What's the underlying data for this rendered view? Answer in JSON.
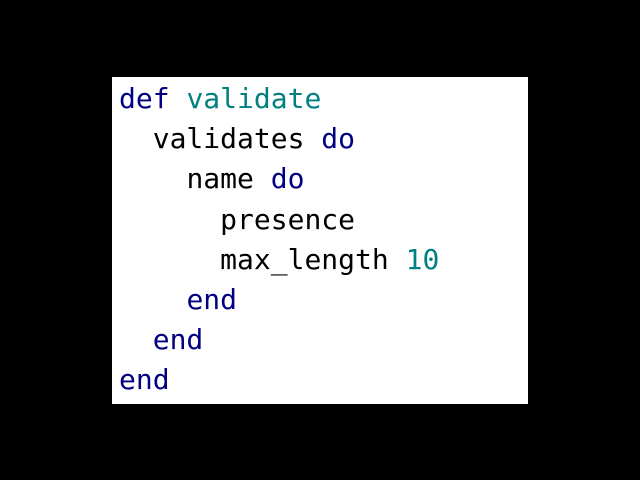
{
  "code": {
    "lines": [
      {
        "indent": "",
        "tokens": [
          {
            "text": "def",
            "kind": "keyword"
          },
          {
            "text": " "
          },
          {
            "text": "validate",
            "kind": "function"
          }
        ]
      },
      {
        "indent": "  ",
        "tokens": [
          {
            "text": "validates",
            "kind": "identifier"
          },
          {
            "text": " "
          },
          {
            "text": "do",
            "kind": "keyword"
          }
        ]
      },
      {
        "indent": "    ",
        "tokens": [
          {
            "text": "name",
            "kind": "identifier"
          },
          {
            "text": " "
          },
          {
            "text": "do",
            "kind": "keyword"
          }
        ]
      },
      {
        "indent": "      ",
        "tokens": [
          {
            "text": "presence",
            "kind": "identifier"
          }
        ]
      },
      {
        "indent": "      ",
        "tokens": [
          {
            "text": "max_length",
            "kind": "identifier"
          },
          {
            "text": " "
          },
          {
            "text": "10",
            "kind": "number"
          }
        ]
      },
      {
        "indent": "    ",
        "tokens": [
          {
            "text": "end",
            "kind": "keyword"
          }
        ]
      },
      {
        "indent": "  ",
        "tokens": [
          {
            "text": "end",
            "kind": "keyword"
          }
        ]
      },
      {
        "indent": "",
        "tokens": [
          {
            "text": "end",
            "kind": "keyword"
          }
        ]
      }
    ]
  },
  "colors": {
    "background": "#000000",
    "panel": "#ffffff",
    "keyword": "#000080",
    "function": "#008080",
    "number": "#008080",
    "identifier": "#000000"
  }
}
